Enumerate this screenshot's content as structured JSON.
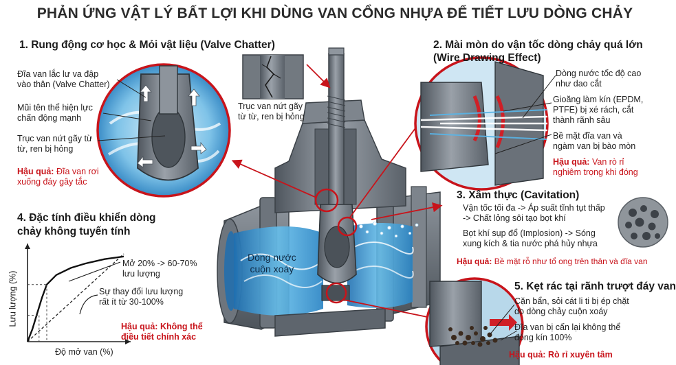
{
  "title": "PHẢN ỨNG VẬT LÝ BẤT LỢI KHI DÙNG VAN CỔNG NHỰA ĐỂ TIẾT LƯU DÒNG CHẢY",
  "s1": {
    "heading": "1. Rung động cơ học & Mỏi vật liệu (Valve Chatter)",
    "label1": [
      "Đĩa van lắc lư va đập",
      "vào thân (Valve Chatter)"
    ],
    "label2": [
      "Mũi tên thể hiện lực",
      "chấn động mạnh"
    ],
    "label3": [
      "Trục van nứt gãy từ",
      "từ, ren bị hỏng"
    ],
    "consequence_label": "Hậu quả:",
    "consequence": [
      "Đĩa van rơi",
      "xuống đáy gây tắc"
    ]
  },
  "stem_crack": [
    "Trục van nứt gãy",
    "từ từ, ren bị hỏng"
  ],
  "s2": {
    "heading": [
      "2. Mài mòn do vận tốc dòng chảy quá lớn",
      "(Wire Drawing Effect)"
    ],
    "label1": [
      "Dòng nước tốc độ cao",
      "như dao cắt"
    ],
    "label2": [
      "Gioăng làm kín (EPDM,",
      "PTFE) bị xé rách, cắt",
      "thành rãnh sâu"
    ],
    "label3": [
      "Bề mặt đĩa van và",
      "ngàm van bị bào mòn"
    ],
    "consequence_label": "Hậu quả:",
    "consequence": [
      "Van rò rỉ",
      "nghiêm trọng khi đóng"
    ]
  },
  "s3": {
    "heading": "3. Xâm thực (Cavitation)",
    "line1": [
      "Vận tốc tối đa -> Áp suất tĩnh tụt thấp",
      "-> Chất lỏng sôi tạo bọt khí"
    ],
    "line2": [
      "Bọt khí sụp đổ (Implosion) -> Sóng",
      "xung kích & tia nước phá hủy nhựa"
    ],
    "consequence_label": "Hậu quả:",
    "consequence": "Bề mặt rỗ như tổ ong trên thân và đĩa van"
  },
  "s4": {
    "heading": [
      "4. Đặc tính điều khiển dòng",
      "chảy không tuyến tính"
    ],
    "annot1": [
      "Mở 20% -> 60-70%",
      "lưu lượng"
    ],
    "annot2": [
      "Sự thay đổi lưu lượng",
      "rất ít từ 30-100%"
    ],
    "consequence_label": "Hậu quả:",
    "consequence": [
      "Không thể",
      "điều tiết chính xác"
    ],
    "ylabel": "Lưu lượng (%)",
    "xlabel": "Độ mở van (%)"
  },
  "s5": {
    "heading": "5. Kẹt rác tại rãnh trượt đáy van",
    "label1": [
      "Cặn bẩn, sỏi cát li ti bị ép chặt",
      "do dòng chảy cuộn xoáy"
    ],
    "label2": [
      "Đĩa van bị cấn lại không thể",
      "đóng kín 100%"
    ],
    "consequence_label": "Hậu quả:",
    "consequence": "Rò rỉ xuyên tâm"
  },
  "flow_label": [
    "Dòng nước",
    "cuộn xoáy"
  ],
  "chart_data": {
    "type": "line",
    "xlabel": "Độ mở van (%)",
    "ylabel": "Lưu lượng (%)",
    "xlim": [
      0,
      100
    ],
    "ylim": [
      0,
      100
    ],
    "series": [
      {
        "x": [
          0,
          5,
          10,
          15,
          20,
          30,
          45,
          60,
          80,
          100
        ],
        "y": [
          0,
          14,
          32,
          50,
          65,
          76,
          84,
          89,
          94,
          97
        ]
      },
      {
        "x": [
          0,
          100
        ],
        "y": [
          0,
          100
        ]
      }
    ],
    "reference_points": [
      {
        "x": 20,
        "y": 65
      },
      {
        "x": 12,
        "y": 30
      }
    ],
    "grid": false
  },
  "colors": {
    "accent_red": "#c8141b",
    "water_blue": "#3d9fd6",
    "valve_gray": "#707882"
  }
}
